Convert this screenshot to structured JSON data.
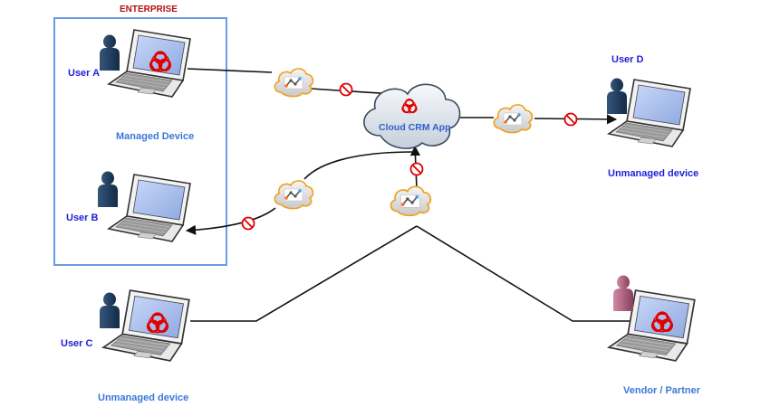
{
  "labels": {
    "enterprise": "ENTERPRISE",
    "user_a": "User A",
    "user_b": "User B",
    "user_c": "User C",
    "user_d": "User D",
    "managed_device": "Managed Device",
    "unmanaged_device_c": "Unmanaged device",
    "unmanaged_device_d": "Unmanaged device",
    "vendor_partner": "Vendor / Partner",
    "cloud_app": "Cloud CRM App"
  },
  "icons": [
    "biohazard-icon",
    "person-icon",
    "laptop-icon",
    "proxy-cloud-icon",
    "no-entry-icon"
  ],
  "colors": {
    "enterprise_border": "#6a9be6",
    "enterprise_label": "#b01010",
    "user_label": "#1f1fd8",
    "device_label": "#3a78d8",
    "biohazard": "#e00000",
    "no_entry": "#e00000",
    "proxy_cloud_border": "#f0a020",
    "user_partner": "#b06080",
    "user_default": "#1e3a5a"
  }
}
